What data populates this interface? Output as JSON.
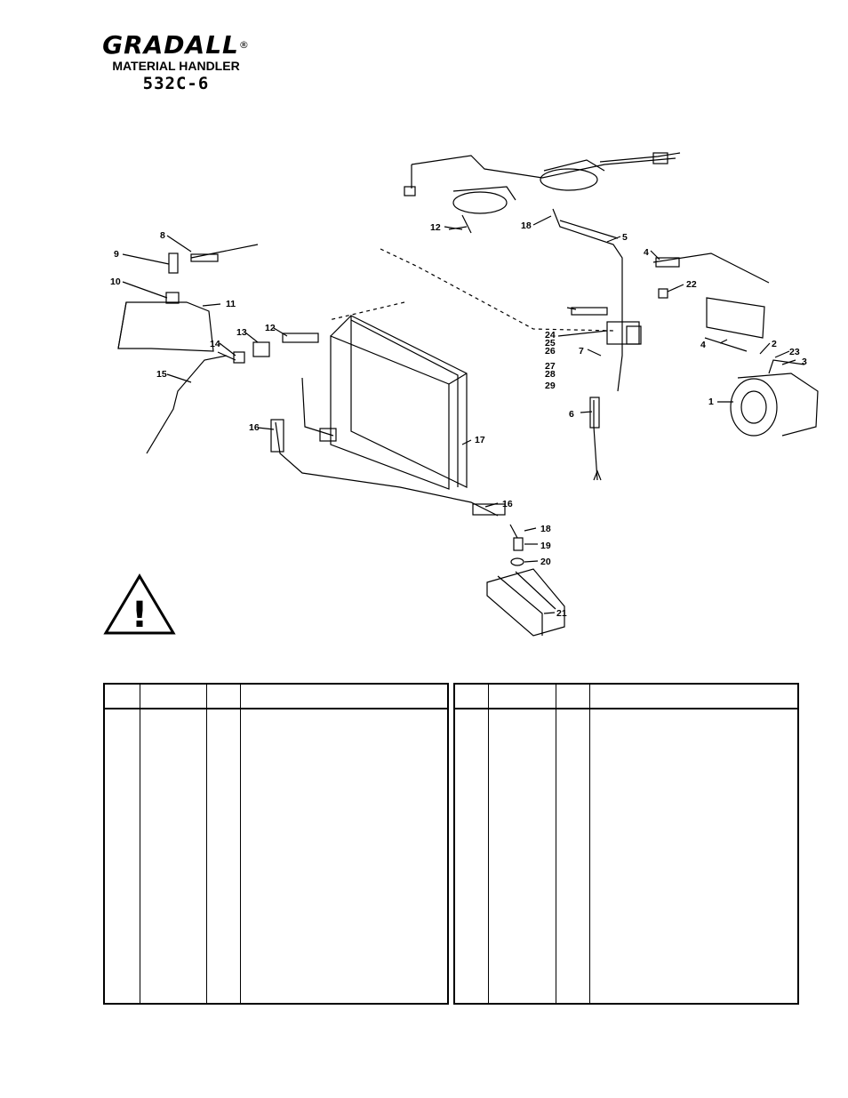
{
  "header": {
    "brand": "GRADALL",
    "registered_mark": "®",
    "subtitle": "MATERIAL HANDLER",
    "model": "532C-6"
  },
  "callouts": [
    "1",
    "2",
    "3",
    "4",
    "4",
    "5",
    "6",
    "7",
    "8",
    "9",
    "10",
    "11",
    "12",
    "12",
    "13",
    "14",
    "15",
    "16",
    "16",
    "17",
    "18",
    "18",
    "19",
    "20",
    "21",
    "22",
    "23",
    "24",
    "25",
    "26",
    "27",
    "28",
    "29"
  ],
  "warning": {
    "icon": "warning-triangle-icon",
    "symbol": "!"
  },
  "parts_table": {
    "columns": [
      "",
      "",
      "",
      ""
    ],
    "left_rows": [],
    "right_rows": []
  }
}
